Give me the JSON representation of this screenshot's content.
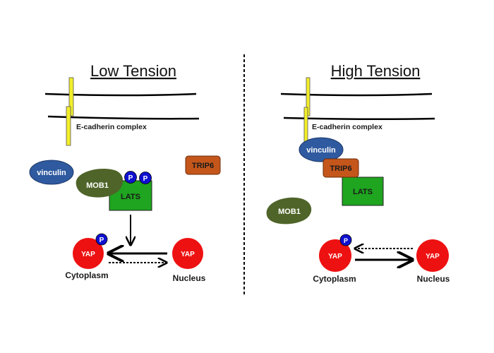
{
  "panels": {
    "low": {
      "title": "Low Tension",
      "complex_label": "E-cadherin complex",
      "vinculin": "vinculin",
      "mob1": "MOB1",
      "lats": "LATS",
      "trip6": "TRIP6",
      "phospho": "P",
      "yap_cyto": "YAP",
      "yap_nuc": "YAP",
      "cytoplasm": "Cytoplasm",
      "nucleus": "Nucleus"
    },
    "high": {
      "title": "High Tension",
      "complex_label": "E-cadherin complex",
      "vinculin": "vinculin",
      "trip6": "TRIP6",
      "lats": "LATS",
      "mob1": "MOB1",
      "phospho": "P",
      "yap_cyto": "YAP",
      "yap_nuc": "YAP",
      "cytoplasm": "Cytoplasm",
      "nucleus": "Nucleus"
    }
  },
  "colors": {
    "vinculin": "#2f5aa0",
    "mob1": "#4f6428",
    "lats": "#1fa51f",
    "trip6": "#c5561b",
    "yap": "#ee1111",
    "phospho": "#1010d0",
    "cadherin": "#f2ee2a"
  }
}
